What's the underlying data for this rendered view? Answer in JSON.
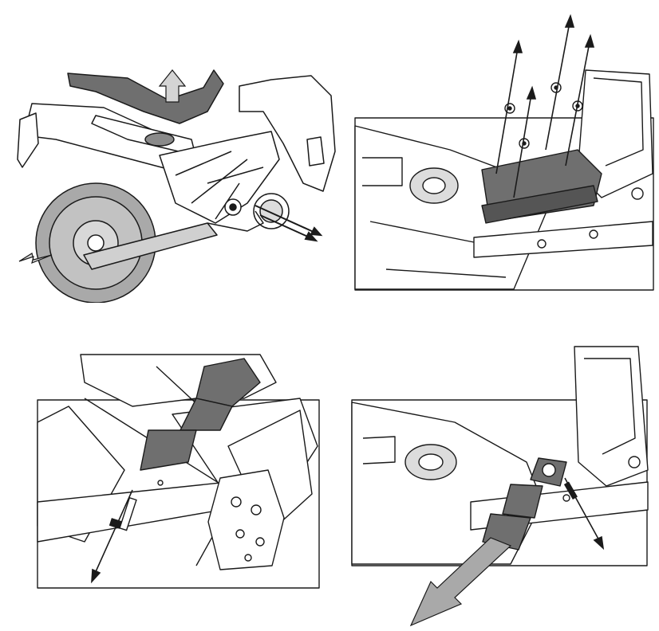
{
  "figure": {
    "panels": [
      {
        "id": "motorcycle-overview"
      },
      {
        "id": "under-seat-fasteners-detail"
      },
      {
        "id": "frame-bolt-removal-detail"
      },
      {
        "id": "cable-and-bolt-removal-detail"
      }
    ]
  },
  "colors": {
    "line": "#1a1a1a",
    "dark_fill": "#6f6f6f",
    "mid_fill": "#a9a9a9",
    "light_fill": "#d4d4d4",
    "paper": "#ffffff"
  },
  "icons": {
    "lift_arrow": "up-arrow-icon",
    "remove_arrow": "removal-arrow-icon",
    "bolt": "bolt-icon",
    "nut": "nut-icon"
  }
}
